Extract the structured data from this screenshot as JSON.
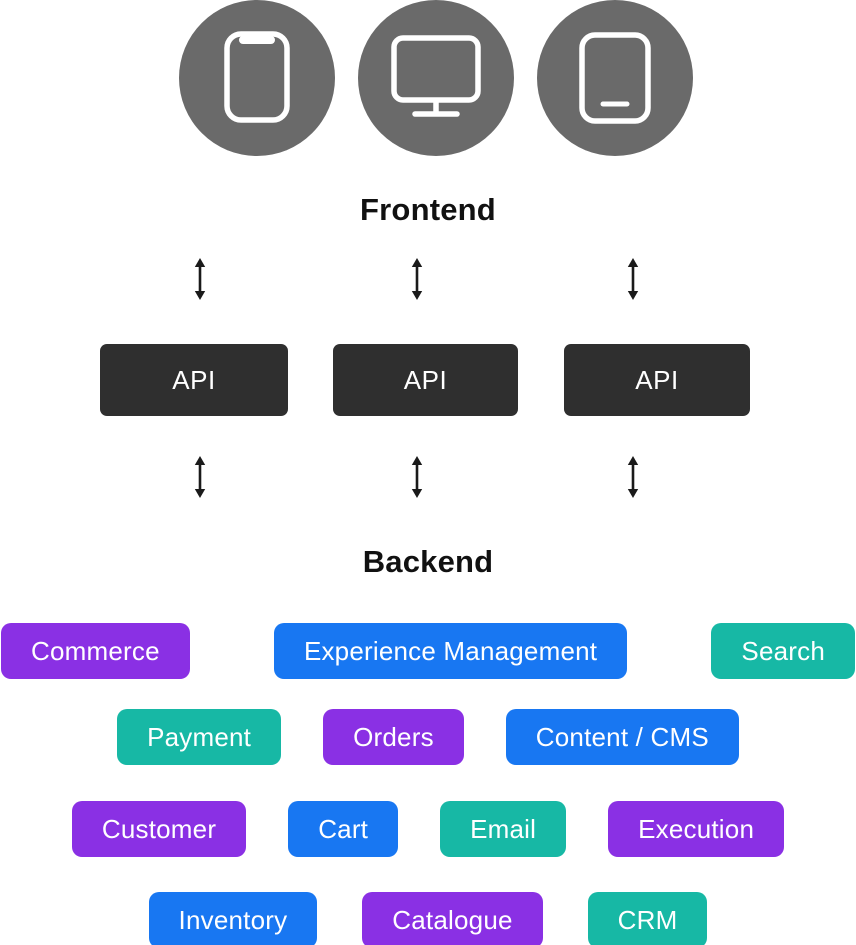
{
  "diagram": {
    "frontend_label": "Frontend",
    "backend_label": "Backend"
  },
  "devices": [
    {
      "icon": "smartphone-icon"
    },
    {
      "icon": "monitor-icon"
    },
    {
      "icon": "tablet-icon"
    }
  ],
  "api": {
    "labels": [
      "API",
      "API",
      "API"
    ]
  },
  "colors": {
    "purple": "#8A30E4",
    "blue": "#1877F2",
    "teal": "#17B8A5",
    "device_circle": "#6A6A6A",
    "api_box": "#2F2F2F",
    "title_text": "#111111",
    "pill_text": "#FFFFFF",
    "arrow": "#1A1A1A",
    "icon_stroke": "#FFFFFF"
  },
  "service_rows": [
    [
      {
        "label": "Commerce",
        "color": "purple"
      },
      {
        "label": "Experience Management",
        "color": "blue"
      },
      {
        "label": "Search",
        "color": "teal"
      }
    ],
    [
      {
        "label": "Payment",
        "color": "teal"
      },
      {
        "label": "Orders",
        "color": "purple"
      },
      {
        "label": "Content / CMS",
        "color": "blue"
      }
    ],
    [
      {
        "label": "Customer",
        "color": "purple"
      },
      {
        "label": "Cart",
        "color": "blue"
      },
      {
        "label": "Email",
        "color": "teal"
      },
      {
        "label": "Execution",
        "color": "purple"
      }
    ],
    [
      {
        "label": "Inventory",
        "color": "blue"
      },
      {
        "label": "Catalogue",
        "color": "purple"
      },
      {
        "label": "CRM",
        "color": "teal"
      }
    ]
  ]
}
